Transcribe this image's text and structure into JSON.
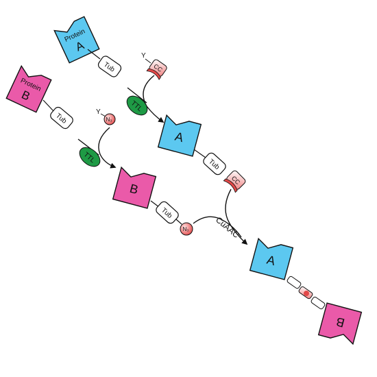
{
  "colors": {
    "protein_a": "#5cc8f0",
    "protein_b": "#ea5aa9",
    "ttl_enzyme": "#1e9a45",
    "tag_fill": "#f6a8a8",
    "tag_dot": "#e24848",
    "outline": "#111111"
  },
  "labels": {
    "protein_word": "Protein",
    "a": "A",
    "b": "B",
    "tub": "Tub",
    "ttl": "TTL",
    "y": "Y",
    "cc": "CC",
    "n3": "N₃",
    "n": "N",
    "sub3": "3",
    "cuaac": "CuAAC"
  }
}
